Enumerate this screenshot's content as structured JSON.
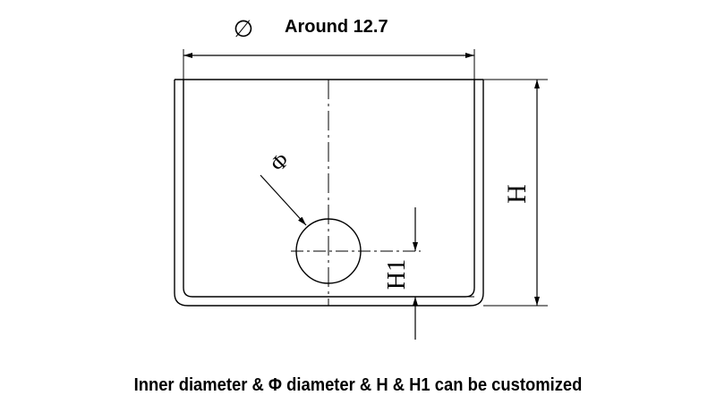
{
  "diagram": {
    "diameter_symbol": "∅",
    "diameter_label": "Around 12.7",
    "hole_symbol": "Φ",
    "height_label": "H",
    "hole_height_label": "H1"
  },
  "caption": "Inner diameter & Φ diameter & H & H1 can be customized",
  "colors": {
    "line": "#000000",
    "background": "#ffffff"
  }
}
